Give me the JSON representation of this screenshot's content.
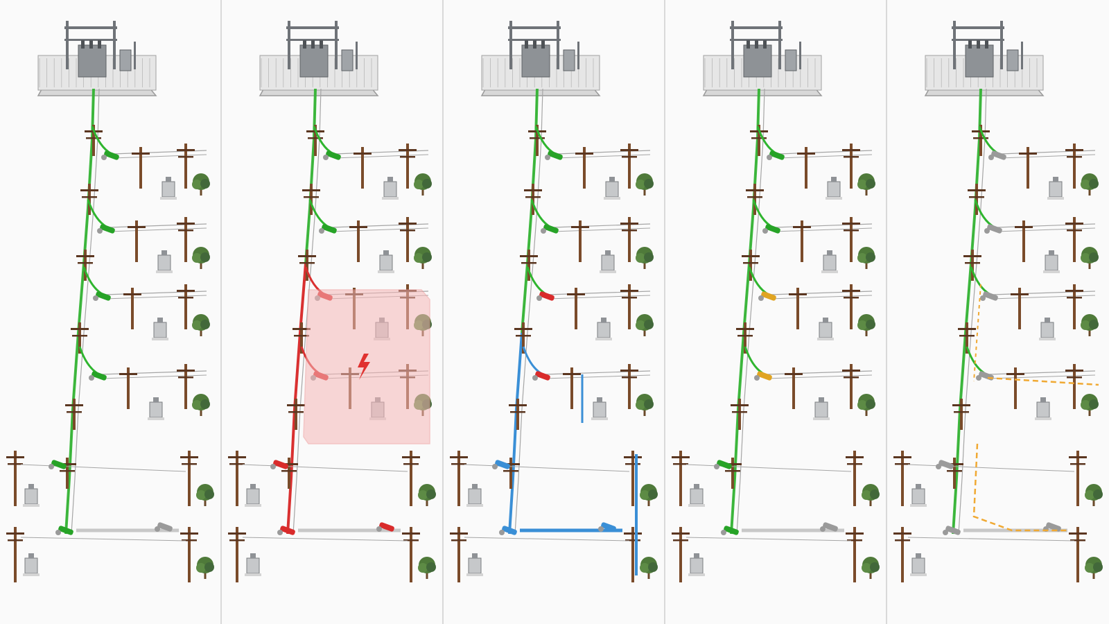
{
  "diagram": {
    "panels": [
      {
        "id": "normal",
        "feeder_color": "#2fb52f",
        "switch_color": "#27a327",
        "state": "all-energized"
      },
      {
        "id": "fault",
        "feeder_color": "#d93030",
        "switch_color": "#d92b2b",
        "state": "fault-detected",
        "fault_zone_color": "#f6b7b7",
        "fault_icon": "lightning-bolt-icon"
      },
      {
        "id": "isolation",
        "feeder_color": "#3a8fd6",
        "switch_color": "#d92b2b",
        "state": "fault-isolated"
      },
      {
        "id": "restoration",
        "feeder_color": "#2fb52f",
        "switch_color": "#e0a422",
        "state": "restored"
      },
      {
        "id": "reconfiguration",
        "feeder_color": "#2fb52f",
        "switch_color": "#9a9a9a",
        "state": "rerouted",
        "alt_path_color": "#f0a933"
      }
    ],
    "legend": {
      "neutral_color": "#a5a5a5",
      "pole_color": "#7a4b2a",
      "tree_color": "#4f7a3a",
      "substation_color": "#8e9296"
    }
  }
}
